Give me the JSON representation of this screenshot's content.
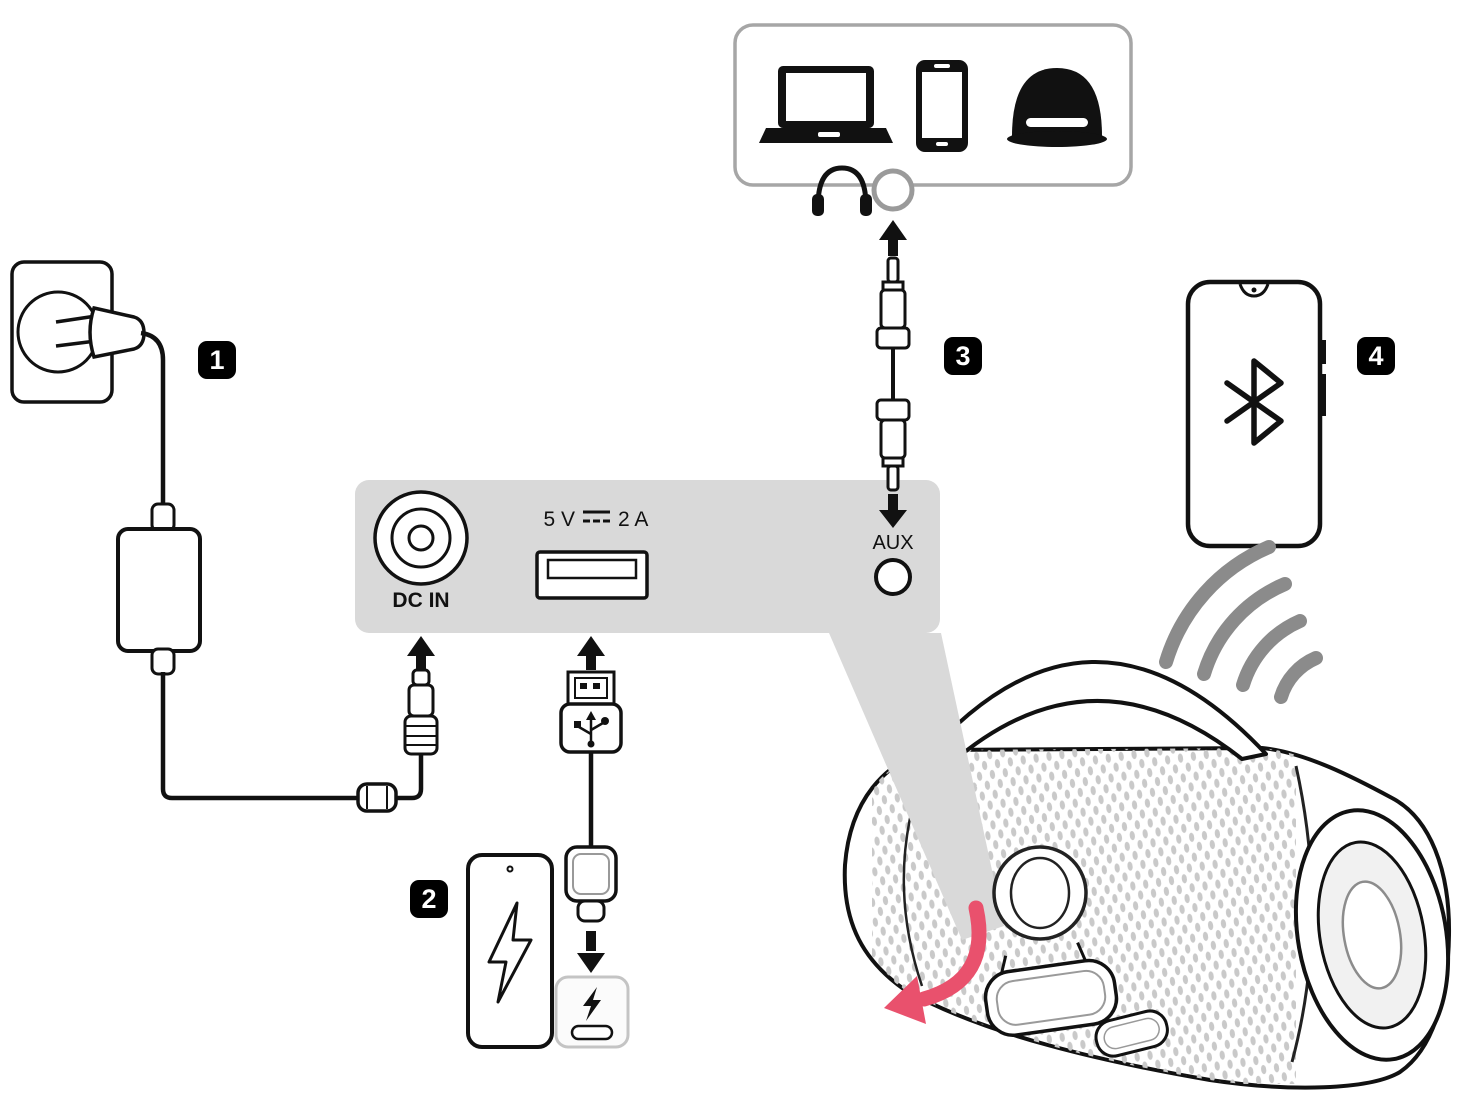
{
  "panel": {
    "dc_in_label": "DC IN",
    "usb_volts": "5 V",
    "usb_amps": "2 A",
    "aux_label": "AUX"
  },
  "steps": {
    "one": "1",
    "two": "2",
    "three": "3",
    "four": "4"
  },
  "colors": {
    "panel_gray": "#d9d9d9",
    "badge": "#000000",
    "arrow_red": "#e9516d",
    "signal_gray": "#8b8b8b",
    "box_border": "#a6a6a6",
    "mesh_dot": "#c9c9c9",
    "line_black": "#111111"
  },
  "icons": {
    "laptop-icon": "black laptop silhouette",
    "smartphone-icon": "black smartphone silhouette",
    "home-audio-icon": "black dome audio device",
    "headphones-icon": "headphones glyph",
    "aux-jack-icon": "3.5mm output ring",
    "bluetooth-icon": "bluetooth rune",
    "signal-waves-icon": "wireless signal arcs",
    "dc-symbol-icon": "solid line over dashed line (direct current)",
    "usb-trident-icon": "USB trident mark",
    "lightning-bolt-icon": "charging bolt",
    "open-cover-arrow-icon": "red curved arrow (open port cover)"
  }
}
